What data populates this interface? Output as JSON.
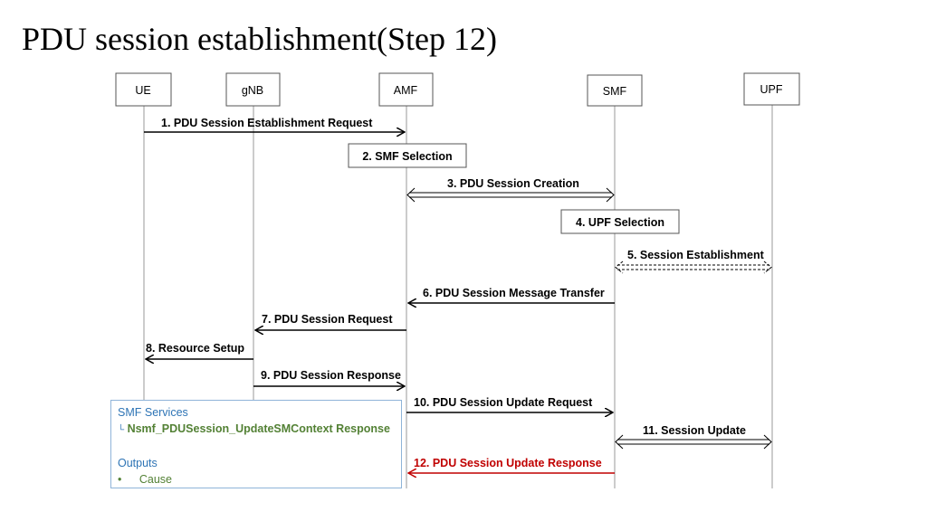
{
  "title": "PDU session establishment(Step 12)",
  "entities": [
    "UE",
    "gNB",
    "AMF",
    "SMF",
    "UPF"
  ],
  "steps": {
    "s1": "1. PDU Session Establishment Request",
    "s2": "2. SMF Selection",
    "s3": "3. PDU Session Creation",
    "s4": "4. UPF Selection",
    "s5": "5. Session Establishment",
    "s6": "6. PDU Session Message Transfer",
    "s7": "7. PDU Session Request",
    "s8": "8. Resource Setup",
    "s9": "9. PDU Session Response",
    "s10": "10. PDU Session Update Request",
    "s11": "11. Session Update",
    "s12": "12. PDU Session Update Response"
  },
  "info": {
    "services_heading": "SMF Services",
    "service_prefix": "└",
    "service_name": "Nsmf_PDUSession_UpdateSMContext Response",
    "outputs_heading": "Outputs",
    "bullet": "•",
    "output_item": "Cause"
  },
  "colors": {
    "highlight": "#c00000",
    "blue": "#2e74b5",
    "green": "#538135"
  }
}
